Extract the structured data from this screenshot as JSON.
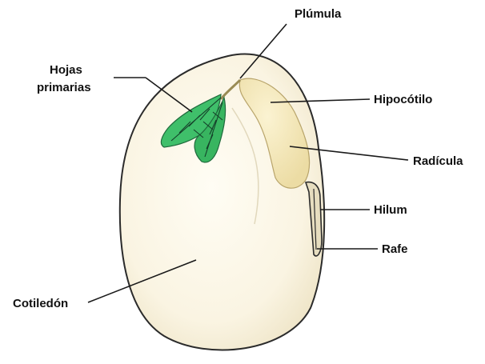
{
  "labels": {
    "plumula": "Plúmula",
    "hojas_line1": "Hojas",
    "hojas_line2": "primarias",
    "hipocotilo": "Hipocótilo",
    "radicula": "Radícula",
    "hilum": "Hilum",
    "rafe": "Rafe",
    "cotiledon": "Cotiledón"
  },
  "colors": {
    "seed_fill": "#fbf6e6",
    "seed_outline": "#2b2b2b",
    "embryo_fill": "#f5ebbf",
    "leaf_fill": "#3fbf6a",
    "leaf_veins": "#15402a"
  }
}
